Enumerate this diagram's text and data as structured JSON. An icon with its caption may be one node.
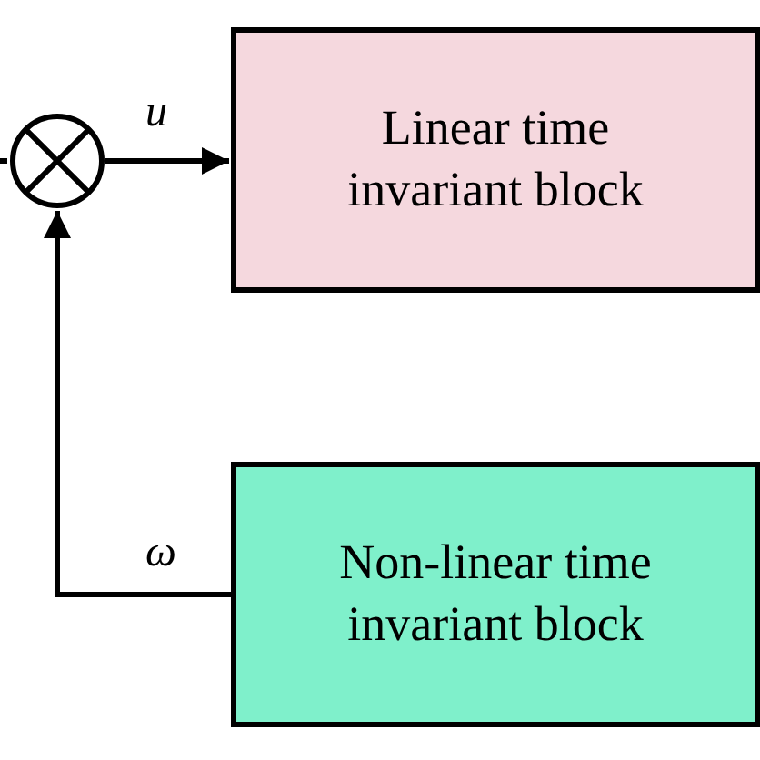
{
  "diagram": {
    "nodes": [
      {
        "text": [],
        "shape": "circle"
      },
      {
        "text": [
          "Linear time invariant block"
        ]
      },
      {
        "text": [
          "Non-linear time invariant block"
        ]
      }
    ],
    "edges": [
      {
        "from": null,
        "to": 0,
        "arrow": "none"
      },
      {
        "from": 0,
        "to": 1,
        "arrow": "to",
        "label": "u"
      },
      {
        "from": 2,
        "to": 0,
        "arrow": "to",
        "label": "ω"
      }
    ]
  }
}
